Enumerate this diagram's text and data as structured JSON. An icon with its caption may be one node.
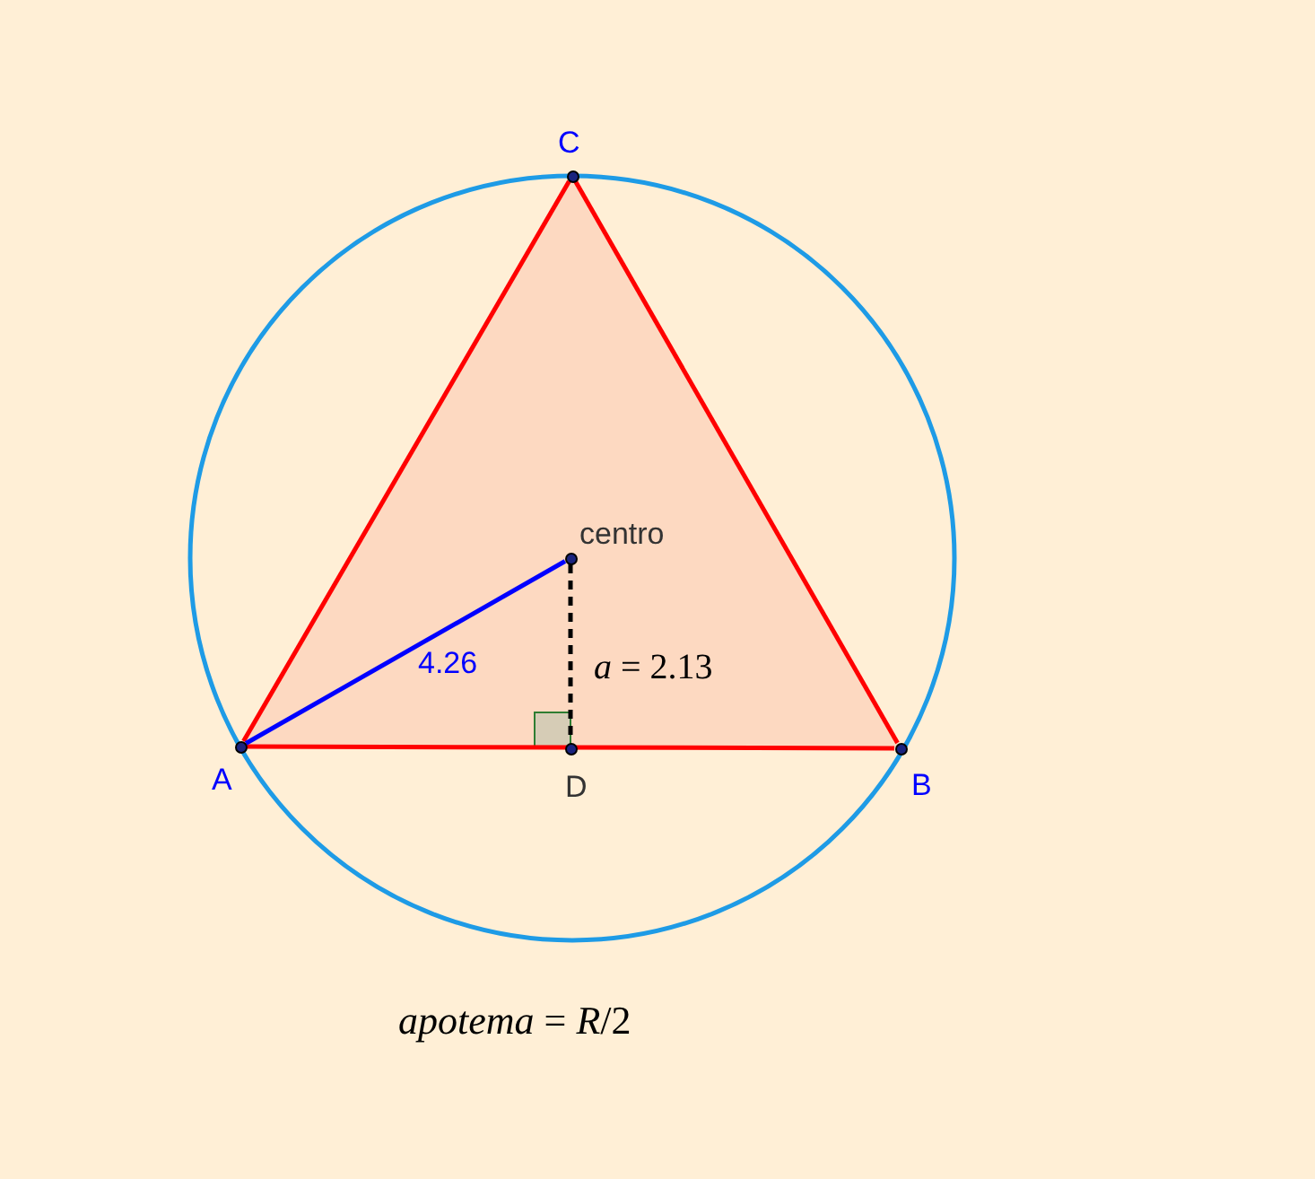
{
  "diagram": {
    "nodes": [
      {
        "text": [],
        "shape": "circle"
      },
      {
        "text": [],
        "shape": "circle"
      },
      {
        "text": [],
        "shape": "circle"
      },
      {
        "text": [],
        "shape": "circle"
      },
      {
        "text": [],
        "shape": "circle"
      }
    ],
    "edges": [
      {
        "from": 2,
        "to": 4,
        "arrow": "none"
      },
      {
        "from": 4,
        "to": 0,
        "arrow": "none"
      },
      {
        "from": 0,
        "to": 2,
        "arrow": "none"
      },
      {
        "from": 2,
        "to": 1,
        "arrow": "none",
        "label": "4.26",
        "color": "#0000ff"
      },
      {
        "from": 1,
        "to": 3,
        "arrow": "none",
        "label": "*a* = 2.13",
        "style": "dashed",
        "color": "#000000"
      }
    ],
    "labels": [
      "C",
      "centro",
      "A",
      "D",
      "B",
      "*apotema* = *R*/2"
    ]
  }
}
